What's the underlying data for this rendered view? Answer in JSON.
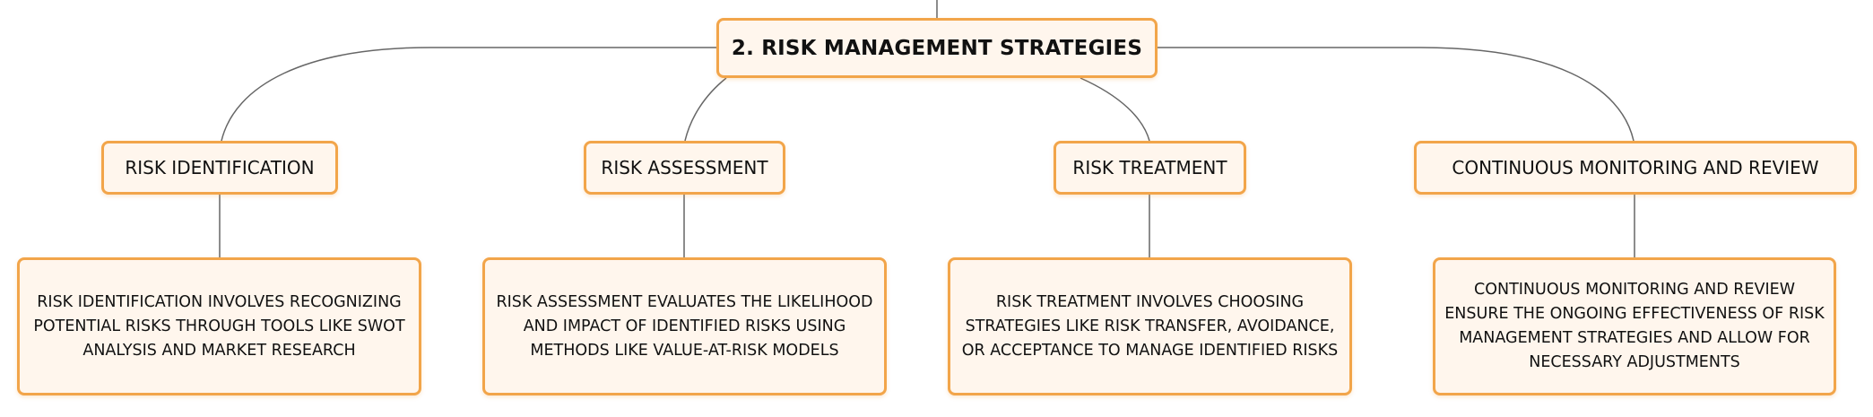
{
  "diagram": {
    "root": {
      "label": "2. RISK MANAGEMENT STRATEGIES"
    },
    "branches": [
      {
        "label": "RISK IDENTIFICATION",
        "detail": "RISK IDENTIFICATION INVOLVES RECOGNIZING POTENTIAL RISKS THROUGH TOOLS LIKE SWOT ANALYSIS AND MARKET RESEARCH"
      },
      {
        "label": "RISK ASSESSMENT",
        "detail": "RISK ASSESSMENT EVALUATES THE LIKELIHOOD AND IMPACT OF IDENTIFIED RISKS USING METHODS LIKE VALUE-AT-RISK MODELS"
      },
      {
        "label": "RISK TREATMENT",
        "detail": "RISK TREATMENT INVOLVES CHOOSING STRATEGIES LIKE RISK TRANSFER, AVOIDANCE, OR ACCEPTANCE TO MANAGE IDENTIFIED RISKS"
      },
      {
        "label": "CONTINUOUS MONITORING AND REVIEW",
        "detail": "CONTINUOUS MONITORING AND REVIEW ENSURE THE ONGOING EFFECTIVENESS OF RISK MANAGEMENT STRATEGIES AND ALLOW FOR NECESSARY ADJUSTMENTS"
      }
    ]
  },
  "colors": {
    "node_border": "#f2a54a",
    "node_fill": "#fff6ed",
    "connector": "#666666",
    "text": "#111111"
  }
}
